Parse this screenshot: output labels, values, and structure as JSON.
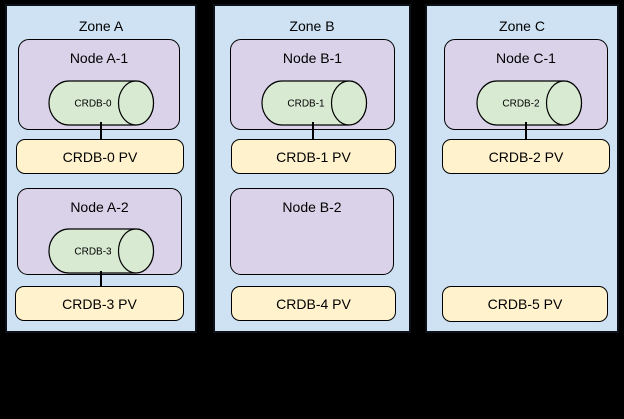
{
  "colors": {
    "background": "#000000",
    "zone_fill": "#cfe2f3",
    "node_fill": "#d9d2e9",
    "database_fill": "#d9ead3",
    "pv_fill": "#fff2cc",
    "border": "#000000"
  },
  "zones": [
    {
      "label": "Zone A",
      "nodes": [
        {
          "label": "Node A-1",
          "db": {
            "label": "CRDB-0"
          }
        },
        {
          "label": "Node A-2",
          "db": {
            "label": "CRDB-3"
          }
        }
      ],
      "pvs": [
        {
          "label": "CRDB-0 PV"
        },
        {
          "label": "CRDB-3 PV"
        }
      ]
    },
    {
      "label": "Zone B",
      "nodes": [
        {
          "label": "Node B-1",
          "db": {
            "label": "CRDB-1"
          }
        },
        {
          "label": "Node B-2",
          "db": null
        }
      ],
      "pvs": [
        {
          "label": "CRDB-1 PV"
        },
        {
          "label": "CRDB-4 PV"
        }
      ]
    },
    {
      "label": "Zone C",
      "nodes": [
        {
          "label": "Node C-1",
          "db": {
            "label": "CRDB-2"
          }
        }
      ],
      "pvs": [
        {
          "label": "CRDB-2 PV"
        },
        {
          "label": "CRDB-5 PV"
        }
      ]
    }
  ]
}
